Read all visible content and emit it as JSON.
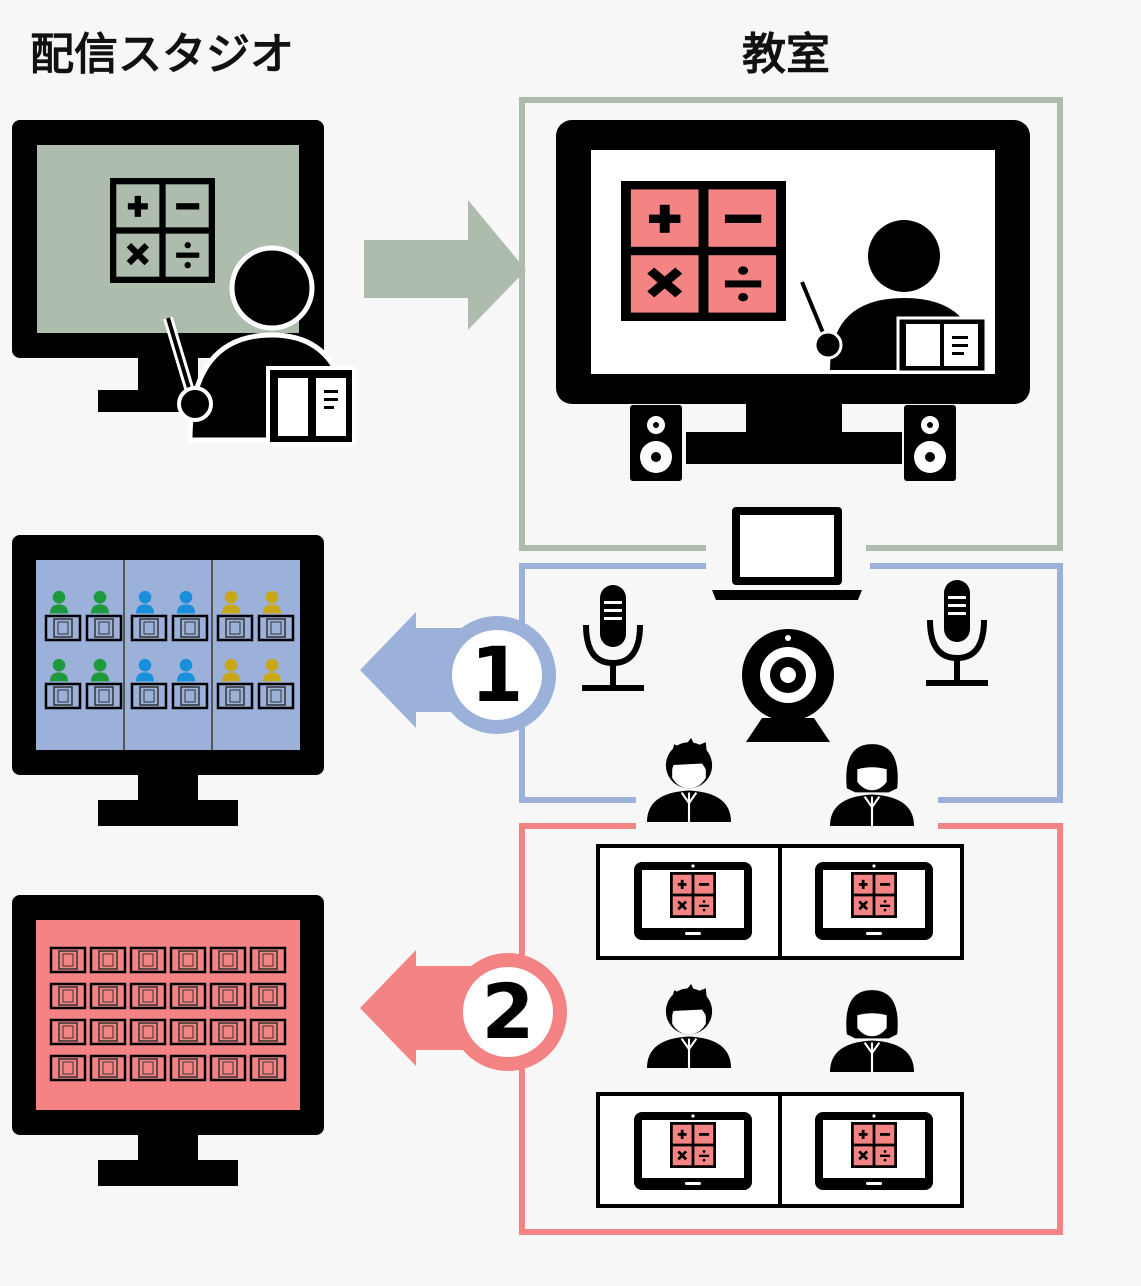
{
  "headings": {
    "studio": "配信スタジオ",
    "classroom": "教室"
  },
  "badges": {
    "one": "1",
    "two": "2"
  },
  "operators": [
    "+",
    "−",
    "×",
    "÷"
  ],
  "colors": {
    "background": "#f7f7f7",
    "green_gray": "#adbcad",
    "blue": "#9bb1da",
    "pink": "#f48484",
    "black": "#000000",
    "white": "#ffffff",
    "student_green": "#1e9a3c",
    "student_blue": "#1a8fdc",
    "student_yellow": "#c9a818"
  },
  "icons": {
    "teacher_monitor": "monitor-teacher-icon",
    "classroom_tv": "tv-icon",
    "speaker": "speaker-icon",
    "laptop": "laptop-icon",
    "microphone": "microphone-icon",
    "webcam": "webcam-icon",
    "student_boy": "student-boy-icon",
    "student_girl": "student-girl-icon",
    "tablet": "tablet-icon"
  }
}
